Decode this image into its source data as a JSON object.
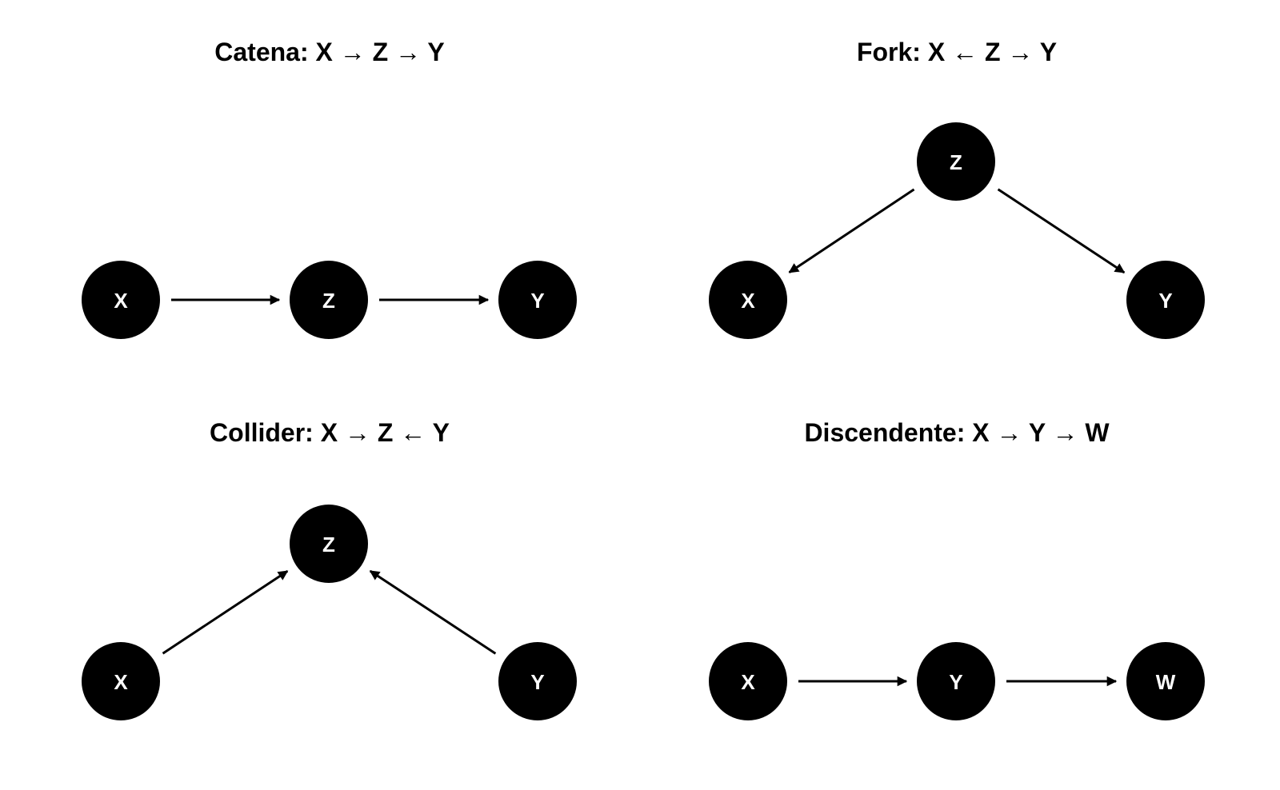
{
  "panels": [
    {
      "id": "chain",
      "title": "Catena: X → Z → Y",
      "nodes": [
        {
          "id": "X",
          "label": "X"
        },
        {
          "id": "Z",
          "label": "Z"
        },
        {
          "id": "Y",
          "label": "Y"
        }
      ],
      "edges": [
        {
          "from": "X",
          "to": "Z"
        },
        {
          "from": "Z",
          "to": "Y"
        }
      ]
    },
    {
      "id": "fork",
      "title": "Fork: X ← Z → Y",
      "nodes": [
        {
          "id": "Z",
          "label": "Z"
        },
        {
          "id": "X",
          "label": "X"
        },
        {
          "id": "Y",
          "label": "Y"
        }
      ],
      "edges": [
        {
          "from": "Z",
          "to": "X"
        },
        {
          "from": "Z",
          "to": "Y"
        }
      ]
    },
    {
      "id": "collider",
      "title": "Collider: X → Z ← Y",
      "nodes": [
        {
          "id": "Z",
          "label": "Z"
        },
        {
          "id": "X",
          "label": "X"
        },
        {
          "id": "Y",
          "label": "Y"
        }
      ],
      "edges": [
        {
          "from": "X",
          "to": "Z"
        },
        {
          "from": "Y",
          "to": "Z"
        }
      ]
    },
    {
      "id": "descendant",
      "title": "Discendente: X → Y → W",
      "nodes": [
        {
          "id": "X",
          "label": "X"
        },
        {
          "id": "Y",
          "label": "Y"
        },
        {
          "id": "W",
          "label": "W"
        }
      ],
      "edges": [
        {
          "from": "X",
          "to": "Y"
        },
        {
          "from": "Y",
          "to": "W"
        }
      ]
    }
  ],
  "colors": {
    "node_fill": "#000000",
    "node_text": "#ffffff",
    "edge": "#000000",
    "background": "#ffffff"
  }
}
